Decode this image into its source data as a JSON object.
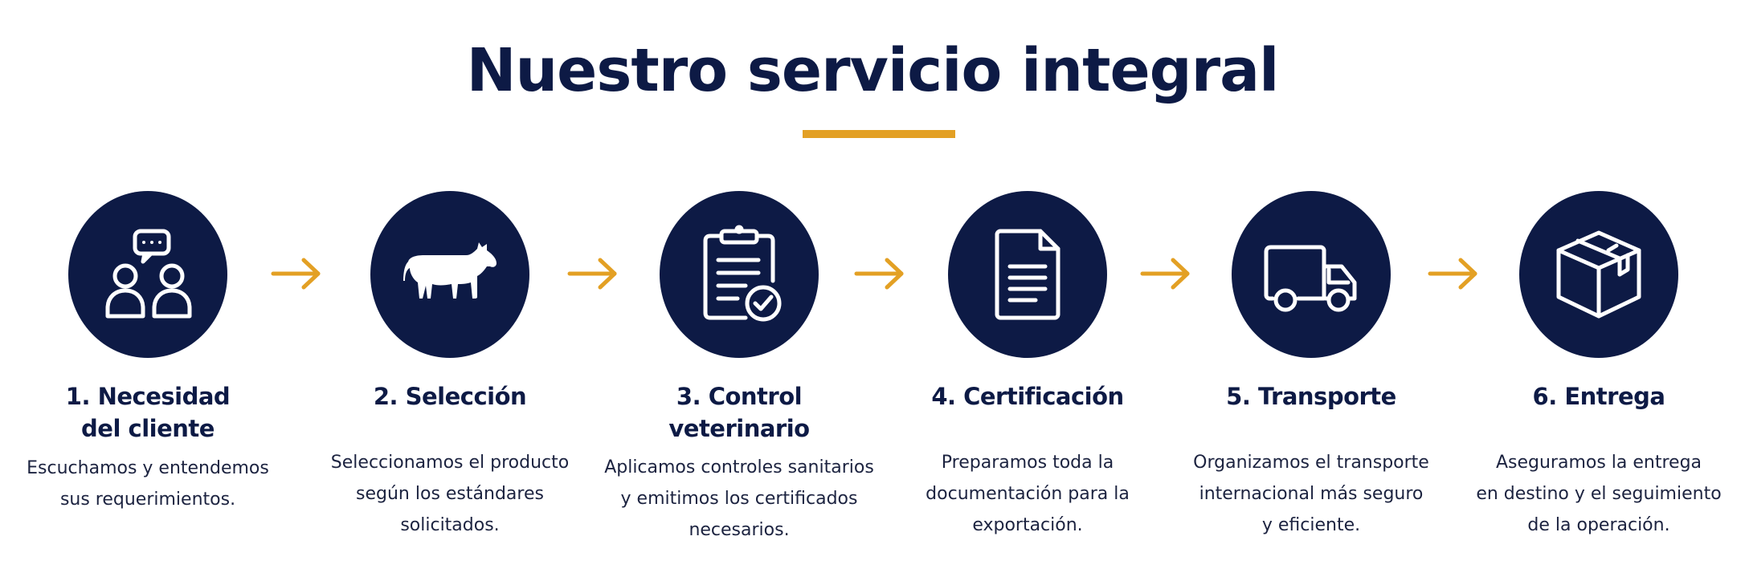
{
  "title": "Nuestro servicio integral",
  "colors": {
    "navy": "#0d1a45",
    "accent": "#e3a024"
  },
  "steps": [
    {
      "icon": "people-chat-icon",
      "title_lines": [
        "1. Necesidad",
        "del cliente"
      ],
      "desc_lines": [
        "Escuchamos y entendemos",
        "sus requerimientos."
      ]
    },
    {
      "icon": "cow-icon",
      "title_lines": [
        "2. Selección"
      ],
      "desc_lines": [
        "Seleccionamos el producto",
        "según los estándares",
        "solicitados."
      ]
    },
    {
      "icon": "clipboard-check-icon",
      "title_lines": [
        "3. Control",
        "veterinario"
      ],
      "desc_lines": [
        "Aplicamos controles sanitarios",
        "y emitimos los certificados",
        "necesarios."
      ]
    },
    {
      "icon": "document-icon",
      "title_lines": [
        "4. Certificación"
      ],
      "desc_lines": [
        "Preparamos toda la",
        "documentación para la",
        "exportación."
      ]
    },
    {
      "icon": "truck-icon",
      "title_lines": [
        "5. Transporte"
      ],
      "desc_lines": [
        "Organizamos el transporte",
        "internacional más seguro",
        "y eficiente."
      ]
    },
    {
      "icon": "box-icon",
      "title_lines": [
        "6. Entrega"
      ],
      "desc_lines": [
        "Aseguramos la entrega",
        "en destino y el seguimiento",
        "de la operación."
      ]
    }
  ]
}
